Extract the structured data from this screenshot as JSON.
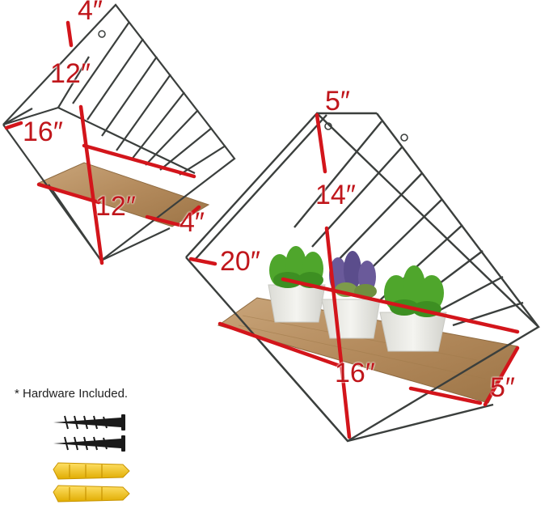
{
  "small_shelf": {
    "depth_top": "4″",
    "height": "12″",
    "width": "16″",
    "board_length": "12″",
    "board_depth": "4″"
  },
  "large_shelf": {
    "depth_top": "5″",
    "height": "14″",
    "width": "20″",
    "board_length": "16″",
    "board_depth": "5″"
  },
  "hardware_note": "* Hardware Included.",
  "colors": {
    "dimension_lines": "#d3151b",
    "wire_frame": "#3b3f3d",
    "wood": "#b38a5c",
    "screws": "#1a1a1a",
    "anchors": "#f2c614",
    "planter": "#eeeeea",
    "succulent_green": "#4fa62c",
    "succulent_purple": "#6a5a9a"
  },
  "icons": [
    "wire-wall-shelf-small",
    "wire-wall-shelf-large",
    "wood-board",
    "succulent-planter",
    "screw-icon",
    "wall-anchor-icon"
  ]
}
